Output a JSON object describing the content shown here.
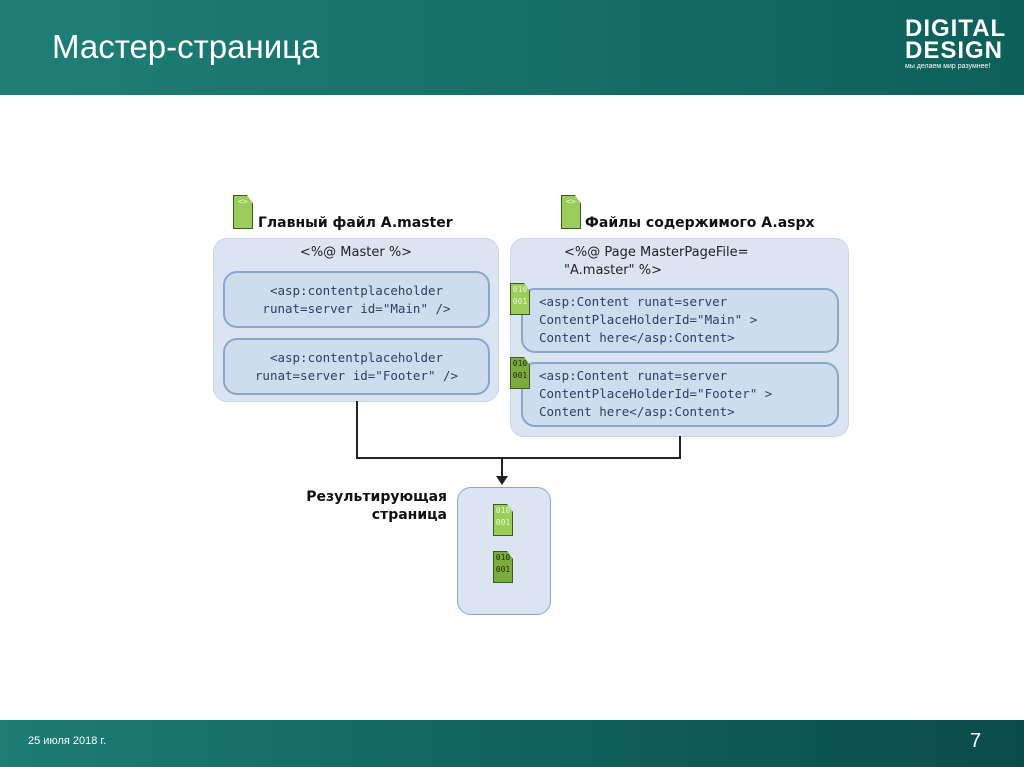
{
  "header": {
    "title": "Мастер-страница",
    "logo_line1": "DIGITAL",
    "logo_line2": "DESIGN",
    "logo_tagline": "мы делаем мир разумнее!"
  },
  "master": {
    "label": "Главный файл A.master",
    "directive": "<%@ Master %>",
    "placeholders": [
      "<asp:contentplaceholder\nrunat=server id=\"Main\" />",
      "<asp:contentplaceholder\nrunat=server id=\"Footer\" />"
    ]
  },
  "content": {
    "label": "Файлы содержимого A.aspx",
    "directive": "<%@ Page MasterPageFile=\n\"A.master\" %>",
    "blocks": [
      "<asp:Content runat=server\nContentPlaceHolderId=\"Main\" >\nContent here</asp:Content>",
      "<asp:Content runat=server\nContentPlaceHolderId=\"Footer\" >\nContent here</asp:Content>"
    ]
  },
  "result": {
    "label_line1": "Результирующая",
    "label_line2": "страница"
  },
  "footer": {
    "date": "25 июля 2018 г.",
    "page": "7"
  }
}
